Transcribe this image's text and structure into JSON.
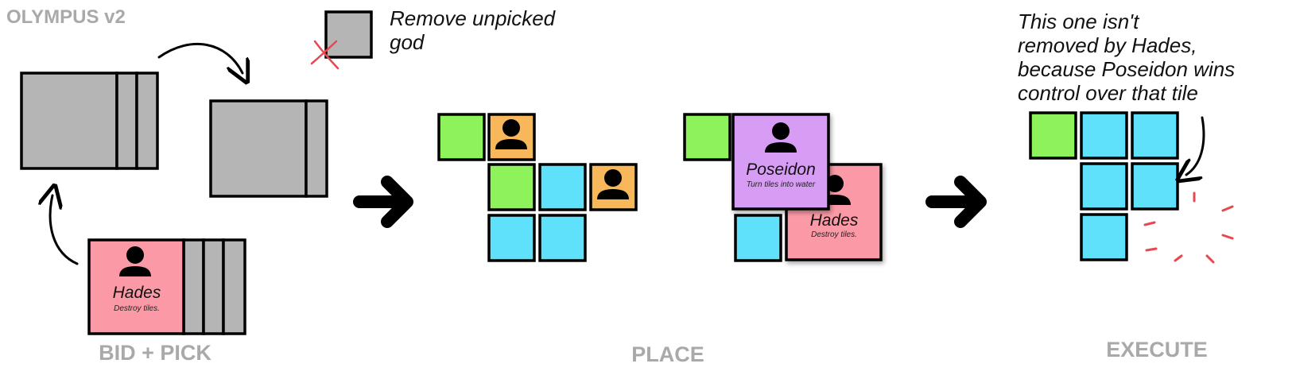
{
  "title": "OLYMPUS v2",
  "phases": {
    "bid_pick": "BID + PICK",
    "place": "PLACE",
    "execute": "EXECUTE"
  },
  "notes": {
    "remove_unpicked": [
      "Remove unpicked",
      "god"
    ],
    "not_removed": [
      "This one isn't",
      "removed by Hades,",
      "because Poseidon wins",
      "control over that tile"
    ]
  },
  "cards": {
    "hades": {
      "name": "Hades",
      "ability": "Destroy tiles."
    },
    "poseidon": {
      "name": "Poseidon",
      "ability": "Turn tiles into water"
    }
  },
  "colors": {
    "card_back": "#b5b5b5",
    "hades_card": "#fb9aa6",
    "poseidon_card": "#d79cf4",
    "grass_tile": "#8ef25a",
    "water_tile": "#5fe1fb",
    "player_marker": "#f9b75b",
    "destroy_mark": "#e8474f",
    "phase_label": "#a9a9a9"
  },
  "icons": {
    "cross": "cross-icon",
    "person": "person-icon",
    "arrow": "arrow-right-icon"
  }
}
